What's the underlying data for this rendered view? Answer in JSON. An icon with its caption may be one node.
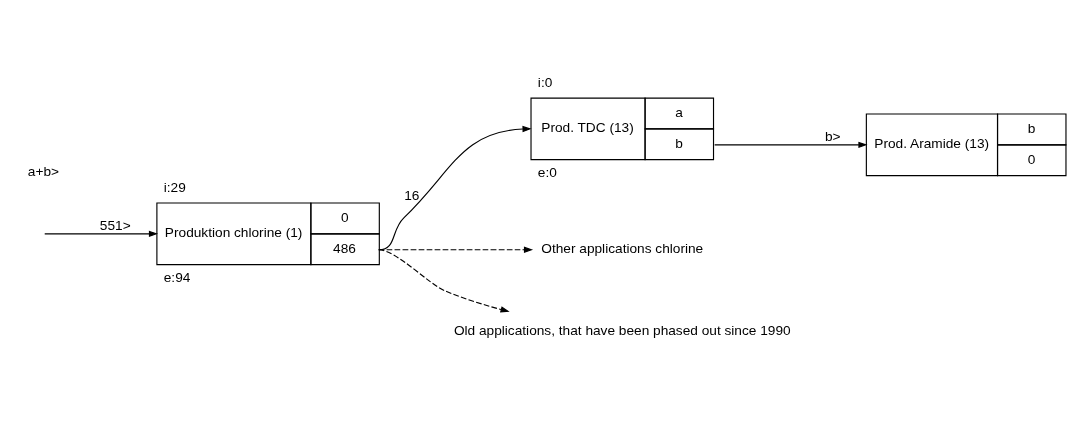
{
  "diagram": {
    "nodes": [
      {
        "text": [
          "Produktion chlorine (1)",
          "0",
          "486"
        ],
        "beside": [
          "i:29",
          "e:94"
        ]
      },
      {
        "text": [
          "Prod. TDC (13)",
          "a",
          "b"
        ],
        "beside": [
          "i:0",
          "e:0"
        ]
      },
      {
        "text": [
          "Prod. Aramide (13)",
          "b",
          "0"
        ]
      },
      {
        "text": [
          "Other applications chlorine"
        ]
      },
      {
        "text": [
          "Old applications, that have been phased out since 1990"
        ]
      }
    ],
    "edges": [
      {
        "from": null,
        "to": 0,
        "arrow": "to",
        "label": "551>"
      },
      {
        "from": 0,
        "to": 1,
        "arrow": "to",
        "label": "16"
      },
      {
        "from": 1,
        "to": 2,
        "arrow": "to",
        "label": "b>"
      },
      {
        "from": 0,
        "to": 3,
        "arrow": "to",
        "style": "dashed"
      },
      {
        "from": 0,
        "to": 4,
        "arrow": "to",
        "style": "dashed"
      }
    ],
    "labels": [
      "a+b>"
    ]
  }
}
